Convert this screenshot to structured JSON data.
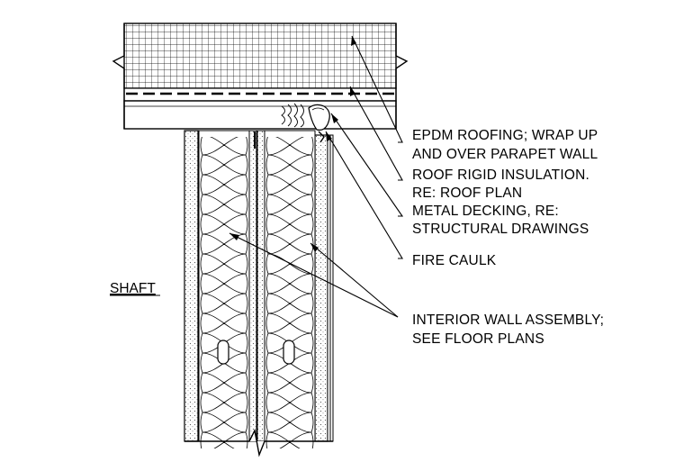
{
  "labels": {
    "epdm_line1": "EPDM ROOFING; WRAP UP",
    "epdm_line2": "AND OVER PARAPET WALL",
    "insulation_line1": "ROOF RIGID INSULATION.",
    "insulation_line2": "RE: ROOF PLAN",
    "decking_line1": "METAL DECKING, RE:",
    "decking_line2": "STRUCTURAL DRAWINGS",
    "fire_caulk": "FIRE CAULK",
    "wall_line1": "INTERIOR WALL ASSEMBLY;",
    "wall_line2": "SEE FLOOR PLANS",
    "shaft": "SHAFT"
  }
}
